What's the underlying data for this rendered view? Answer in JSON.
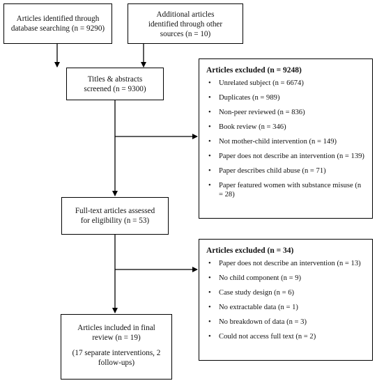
{
  "identified_db": {
    "line1": "Articles identified through",
    "line2": "database searching (n = 9290)"
  },
  "identified_other": {
    "line1": "Additional articles",
    "line2": "identified through other",
    "line3": "sources (n = 10)"
  },
  "screened": {
    "line1": "Titles & abstracts",
    "line2": "screened (n = 9300)"
  },
  "fulltext": {
    "line1": "Full-text articles assessed",
    "line2": "for eligibility (n = 53)"
  },
  "included": {
    "line1": "Articles included in final",
    "line2": "review (n = 19)",
    "line3": "(17 separate interventions, 2",
    "line4": "follow-ups)"
  },
  "excluded_screening": {
    "title": "Articles excluded (n = 9248)",
    "items": [
      "Unrelated subject (n = 6674)",
      "Duplicates (n = 989)",
      "Non-peer reviewed (n = 836)",
      "Book review (n = 346)",
      "Not mother-child intervention (n = 149)",
      "Paper does not describe an intervention (n = 139)",
      "Paper describes child abuse (n = 71)",
      "Paper featured women with substance misuse (n = 28)"
    ]
  },
  "excluded_fulltext": {
    "title": "Articles excluded (n = 34)",
    "items": [
      "Paper does not describe an intervention (n = 13)",
      "No child component (n = 9)",
      "Case study design (n = 6)",
      "No extractable data (n = 1)",
      "No breakdown of data (n = 3)",
      "Could not access full text (n = 2)"
    ]
  }
}
